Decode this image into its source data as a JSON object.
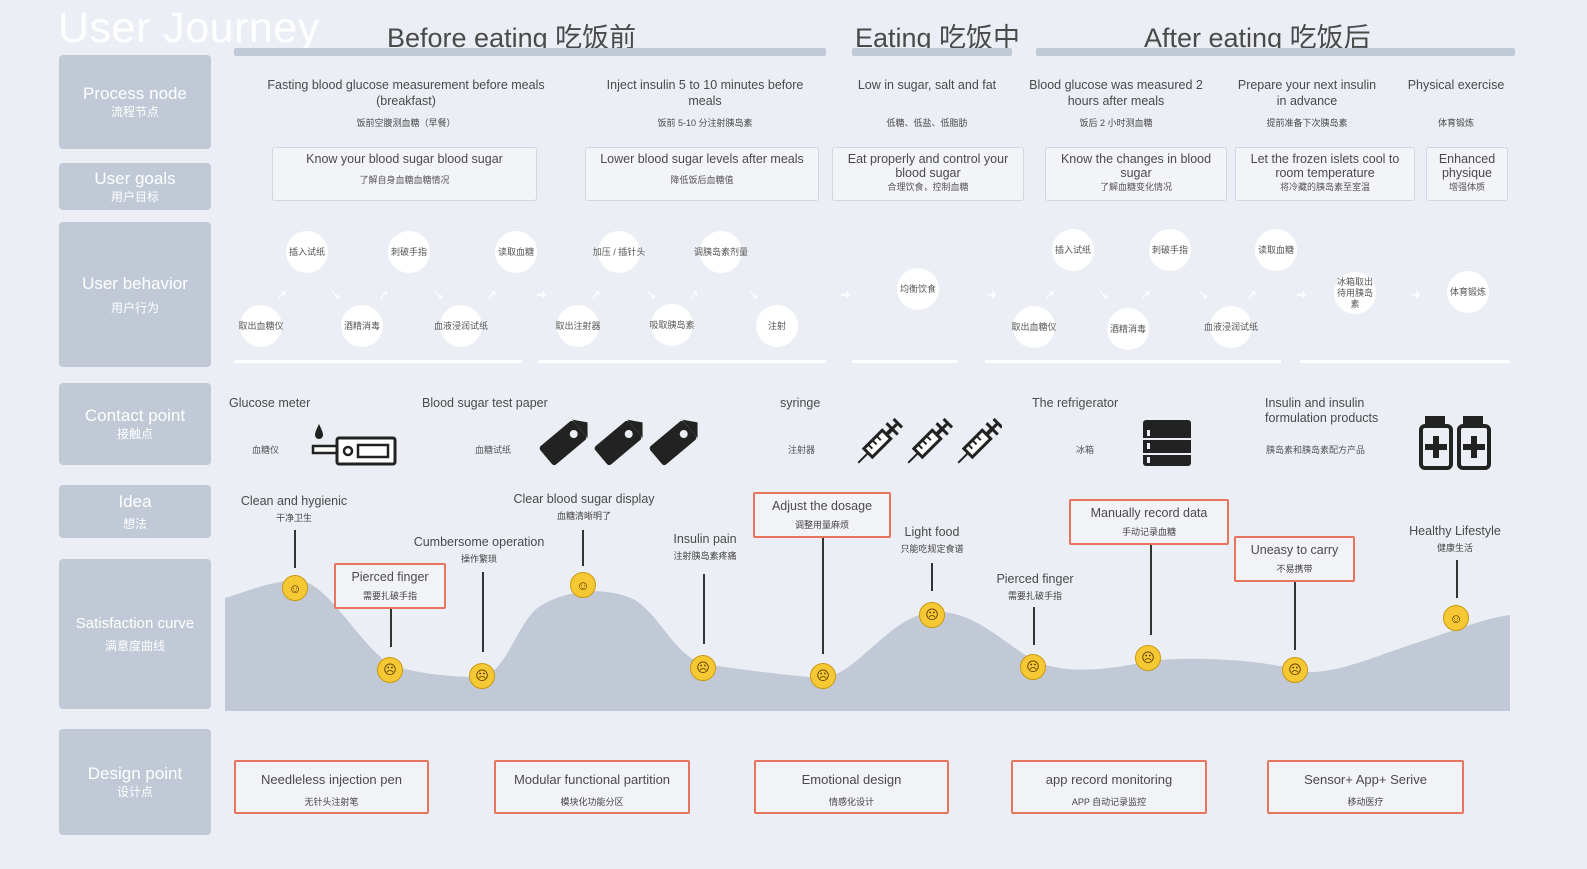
{
  "title": "User Journey",
  "phases": {
    "before": "Before eating 吃饭前",
    "eating": "Eating 吃饭中",
    "after": "After eating 吃饭后"
  },
  "rows": {
    "process": {
      "en": "Process node",
      "cn": "流程节点"
    },
    "goals": {
      "en": "User goals",
      "cn": "用户目标"
    },
    "behavior": {
      "en": "User behavior",
      "cn": "用户行为"
    },
    "contact": {
      "en": "Contact point",
      "cn": "接触点"
    },
    "idea": {
      "en": "Idea",
      "cn": "想法"
    },
    "satisfaction": {
      "en": "Satisfaction curve",
      "cn": "满意度曲线"
    },
    "design": {
      "en": "Design point",
      "cn": "设计点"
    }
  },
  "process_nodes": [
    {
      "en": "Fasting blood glucose measurement before meals (breakfast)",
      "cn": "饭前空腹测血糖（早餐）"
    },
    {
      "en": "Inject insulin 5 to 10 minutes before meals",
      "cn": "饭前 5-10 分注射胰岛素"
    },
    {
      "en": "Low in sugar, salt and fat",
      "cn": "低糖、低盐、低脂肪"
    },
    {
      "en": "Blood glucose was measured 2 hours after meals",
      "cn": "饭后 2 小时测血糖"
    },
    {
      "en": "Prepare your next insulin in advance",
      "cn": "提前准备下次胰岛素"
    },
    {
      "en": "Physical exercise",
      "cn": "体育锻炼"
    }
  ],
  "goals": [
    {
      "en": "Know your blood sugar blood sugar",
      "cn": "了解自身血糖血糖情况"
    },
    {
      "en": "Lower blood sugar levels after meals",
      "cn": "降低饭后血糖值"
    },
    {
      "en": "Eat properly and control your blood sugar",
      "cn": "合理饮食，控制血糖"
    },
    {
      "en": "Know the changes in blood sugar",
      "cn": "了解血糖变化情况"
    },
    {
      "en": "Let the frozen islets cool to room temperature",
      "cn": "将冷藏的胰岛素至室温"
    },
    {
      "en": "Enhanced physique",
      "cn": "增强体质"
    }
  ],
  "behaviors": {
    "b1": "取出血糖仪",
    "b2": "插入试纸",
    "b3": "酒精消毒",
    "b4": "刺破手指",
    "b5": "血液浸润试纸",
    "b6": "读取血糖",
    "b7": "取出注射器",
    "b8": "加压 / 插针头",
    "b9": "吸取胰岛素",
    "b10": "调胰岛素剂量",
    "b11": "注射",
    "b12": "均衡饮食",
    "b13": "取出血糖仪",
    "b14": "插入试纸",
    "b15": "酒精消毒",
    "b16": "刺破手指",
    "b17": "血液浸润试纸",
    "b18": "读取血糖",
    "b19": "冰箱取出待用胰岛素",
    "b20": "体育锻炼"
  },
  "contacts": [
    {
      "en": "Glucose meter",
      "cn": "血糖仪"
    },
    {
      "en": "Blood sugar test paper",
      "cn": "血糖试纸"
    },
    {
      "en": "syringe",
      "cn": "注射器"
    },
    {
      "en": "The refrigerator",
      "cn": "冰箱"
    },
    {
      "en": "Insulin and insulin formulation products",
      "cn": "胰岛素和胰岛素配方产品"
    }
  ],
  "ideas": [
    {
      "en": "Clean and hygienic",
      "cn": "干净卫生",
      "mood": "happy"
    },
    {
      "en": "Pierced finger",
      "cn": "需要扎破手指",
      "mood": "sad"
    },
    {
      "en": "Cumbersome operation",
      "cn": "操作繁琐",
      "mood": "sad"
    },
    {
      "en": "Clear blood sugar display",
      "cn": "血糖清晰明了",
      "mood": "happy"
    },
    {
      "en": "Insulin pain",
      "cn": "注射胰岛素疼痛",
      "mood": "sad"
    },
    {
      "en": "Adjust the dosage",
      "cn": "调整用量麻烦",
      "mood": "sad"
    },
    {
      "en": "Light food",
      "cn": "只能吃规定食谱",
      "mood": "sad"
    },
    {
      "en": "Pierced finger",
      "cn": "需要扎破手指",
      "mood": "sad"
    },
    {
      "en": "Manually record data",
      "cn": "手动记录血糖",
      "mood": "sad"
    },
    {
      "en": "Uneasy to carry",
      "cn": "不易携带",
      "mood": "sad"
    },
    {
      "en": "Healthy Lifestyle",
      "cn": "健康生活",
      "mood": "happy"
    }
  ],
  "design_points": [
    {
      "en": "Needleless injection pen",
      "cn": "无针头注射笔"
    },
    {
      "en": "Modular functional partition",
      "cn": "模块化功能分区"
    },
    {
      "en": "Emotional design",
      "cn": "情感化设计"
    },
    {
      "en": "app record monitoring",
      "cn": "APP 自动记录监控"
    },
    {
      "en": "Sensor+ App+ Serive",
      "cn": "移动医疗"
    }
  ],
  "colors": {
    "panel": "#c1c9d6",
    "accent": "#e8735f",
    "curve": "#c1c9d6",
    "emoji": "#f6c833"
  }
}
